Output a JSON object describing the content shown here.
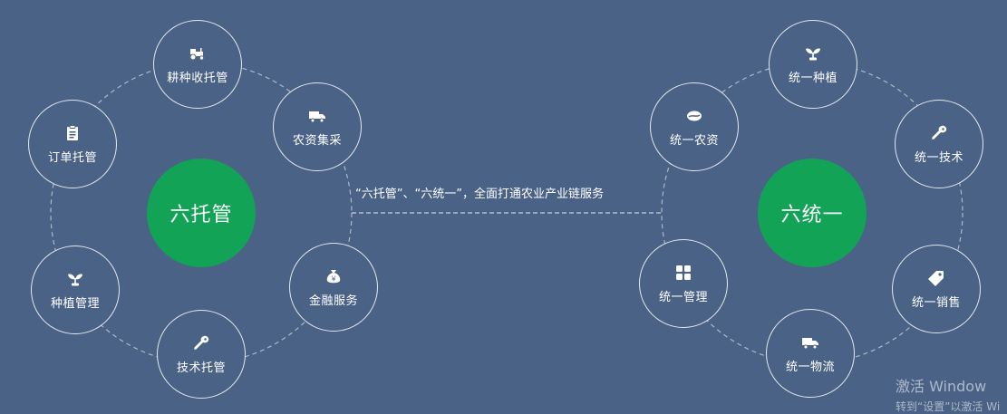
{
  "left": {
    "hub": "六托管",
    "nodes": [
      {
        "label": "耕种收托管",
        "icon": "tractor-icon"
      },
      {
        "label": "农资集采",
        "icon": "truck-icon"
      },
      {
        "label": "订单托管",
        "icon": "clipboard-icon"
      },
      {
        "label": "金融服务",
        "icon": "money-bag-icon"
      },
      {
        "label": "种植管理",
        "icon": "sprout-icon"
      },
      {
        "label": "技术托管",
        "icon": "wrench-icon"
      }
    ]
  },
  "tagline": "“六托管”、“六统一”，全面打通农业产业链服务",
  "right": {
    "hub": "六统一",
    "nodes": [
      {
        "label": "统一种植",
        "icon": "sprout-icon"
      },
      {
        "label": "统一农资",
        "icon": "seed-icon"
      },
      {
        "label": "统一技术",
        "icon": "wrench-icon"
      },
      {
        "label": "统一管理",
        "icon": "grid-icon"
      },
      {
        "label": "统一销售",
        "icon": "tag-icon"
      },
      {
        "label": "统一物流",
        "icon": "truck-icon"
      }
    ]
  },
  "watermark": {
    "line1": "激活 Window",
    "line2": "转到“设置”以激活 Wi"
  },
  "colors": {
    "background": "#4a6285",
    "hub": "#13a356",
    "text": "#ffffff"
  }
}
